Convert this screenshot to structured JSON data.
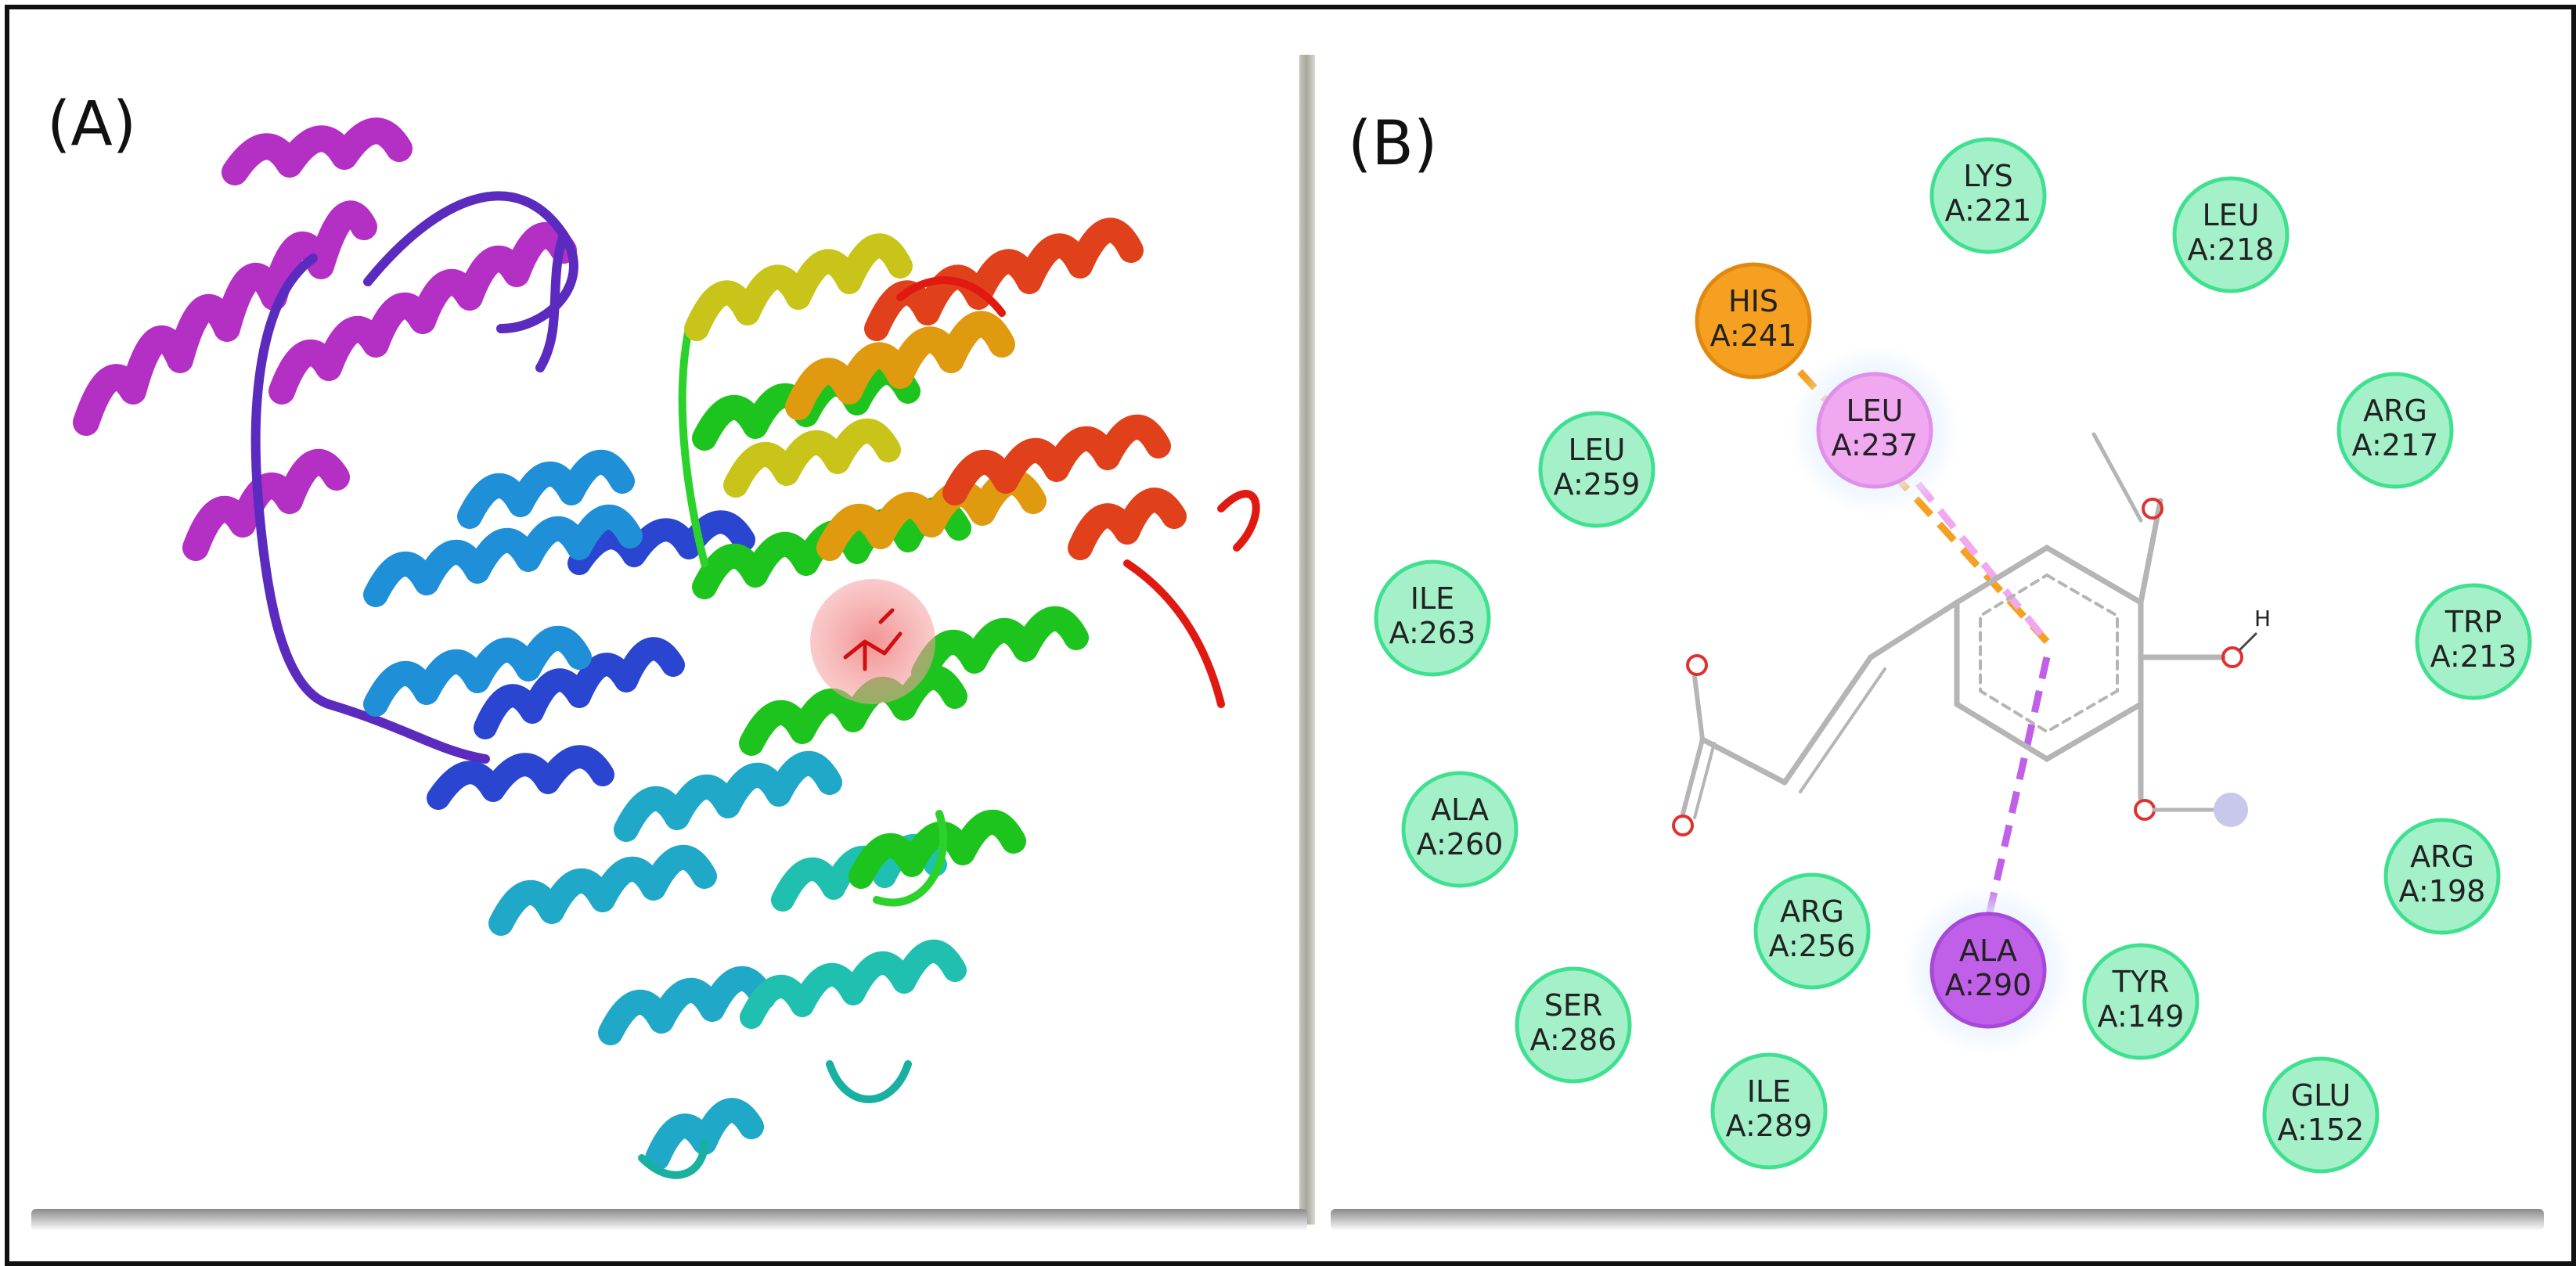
{
  "panels": {
    "a": {
      "label": "(A)"
    },
    "b": {
      "label": "(B)"
    }
  },
  "colors": {
    "vdw": "#3fe08f",
    "vdw_fill": "#a4f0c8",
    "pi_cation": "#f5a020",
    "pi_alkyl": "#f0a8f0",
    "pi_sigma": "#c060e8"
  },
  "residues": [
    {
      "id": "lys221",
      "name": "LYS",
      "num": "A:221",
      "type": "vdw"
    },
    {
      "id": "leu218",
      "name": "LEU",
      "num": "A:218",
      "type": "vdw"
    },
    {
      "id": "his241",
      "name": "HIS",
      "num": "A:241",
      "type": "pi_cation"
    },
    {
      "id": "leu237",
      "name": "LEU",
      "num": "A:237",
      "type": "pi_alkyl"
    },
    {
      "id": "arg217",
      "name": "ARG",
      "num": "A:217",
      "type": "vdw"
    },
    {
      "id": "leu259",
      "name": "LEU",
      "num": "A:259",
      "type": "vdw"
    },
    {
      "id": "ile263",
      "name": "ILE",
      "num": "A:263",
      "type": "vdw"
    },
    {
      "id": "trp213",
      "name": "TRP",
      "num": "A:213",
      "type": "vdw"
    },
    {
      "id": "ala260",
      "name": "ALA",
      "num": "A:260",
      "type": "vdw"
    },
    {
      "id": "arg198",
      "name": "ARG",
      "num": "A:198",
      "type": "vdw"
    },
    {
      "id": "arg256",
      "name": "ARG",
      "num": "A:256",
      "type": "vdw"
    },
    {
      "id": "ala290",
      "name": "ALA",
      "num": "A:290",
      "type": "pi_sigma"
    },
    {
      "id": "tyr149",
      "name": "TYR",
      "num": "A:149",
      "type": "vdw"
    },
    {
      "id": "ser286",
      "name": "SER",
      "num": "A:286",
      "type": "vdw"
    },
    {
      "id": "ile289",
      "name": "ILE",
      "num": "A:289",
      "type": "vdw"
    },
    {
      "id": "glu152",
      "name": "GLU",
      "num": "A:152",
      "type": "vdw"
    }
  ],
  "ligand": {
    "hydroxyl_h": "H"
  }
}
